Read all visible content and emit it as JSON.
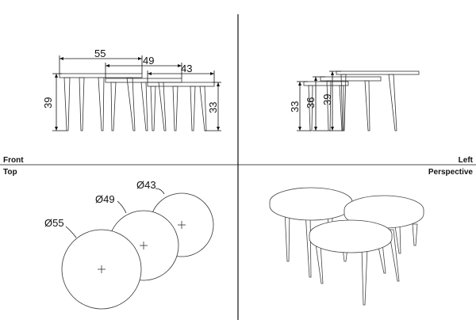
{
  "views": {
    "front": "Front",
    "left": "Left",
    "top": "Top",
    "perspective": "Perspective"
  },
  "front_dims": {
    "w_large": "55",
    "w_medium": "49",
    "w_small": "43",
    "h_large": "39",
    "h_small": "33"
  },
  "left_dims": {
    "h_small": "33",
    "h_medium": "36",
    "h_large": "39"
  },
  "top_dims": {
    "d_large": "Ø55",
    "d_medium": "Ø49",
    "d_small": "Ø43"
  },
  "colors": {
    "line": "#111111",
    "grey": "#555555"
  }
}
